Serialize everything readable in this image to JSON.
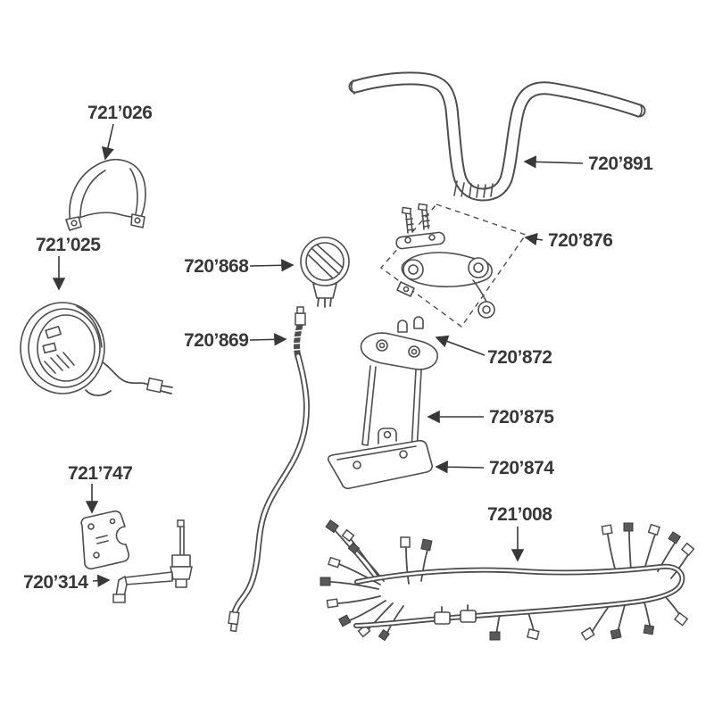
{
  "diagram": {
    "background": "#ffffff",
    "ink": "#383838",
    "art_ink": "#4d4d4d",
    "labels": {
      "headlight_shell": {
        "text": "721’026"
      },
      "headlight": {
        "text": "721’025"
      },
      "gauge": {
        "text": "720’868"
      },
      "speedo_cable": {
        "text": "720’869"
      },
      "bracket_plate": {
        "text": "721’747"
      },
      "fuel_valve": {
        "text": "720’314"
      },
      "handlebar": {
        "text": "720’891"
      },
      "riser_clamp": {
        "text": "720’876"
      },
      "bushings": {
        "text": "720’872"
      },
      "fork_bracket": {
        "text": "720’875"
      },
      "mounting_plate": {
        "text": "720’874"
      },
      "wiring_harness": {
        "text": "721’008"
      }
    }
  }
}
